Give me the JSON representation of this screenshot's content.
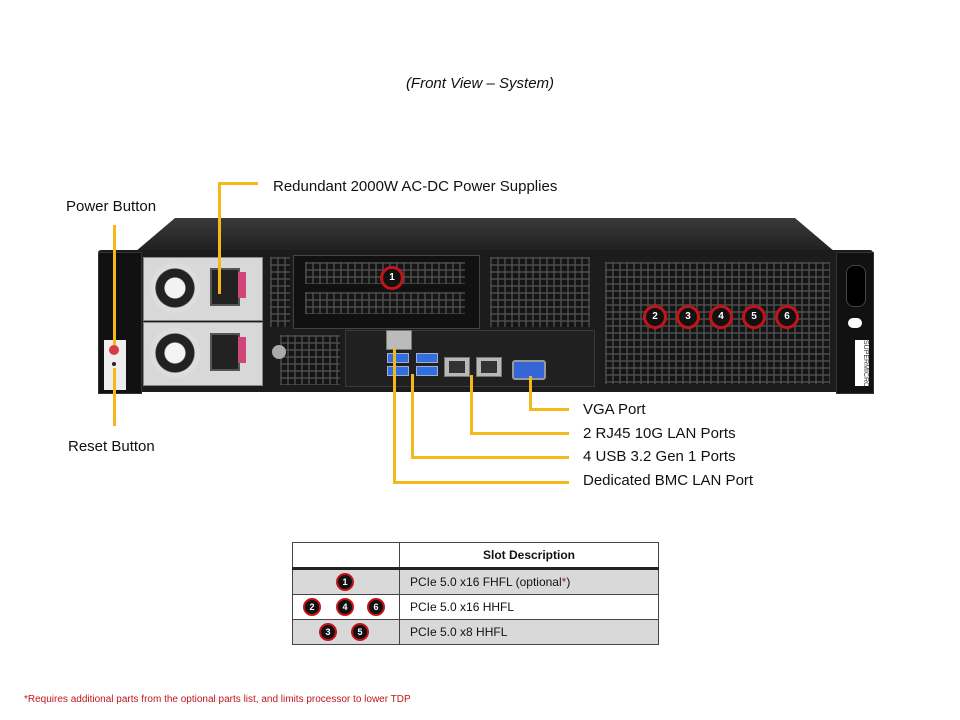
{
  "caption": "(Front View – System)",
  "callouts": {
    "power_supplies": "Redundant 2000W AC-DC Power Supplies",
    "power_button": "Power Button",
    "reset_button": "Reset Button",
    "vga_port": "VGA Port",
    "lan_ports": "2 RJ45 10G LAN Ports",
    "usb_ports": "4 USB 3.2 Gen 1 Ports",
    "bmc_port": "Dedicated BMC LAN Port"
  },
  "chassis": {
    "brand": "SUPERMICRO",
    "slot_badges": [
      "1",
      "2",
      "3",
      "4",
      "5",
      "6"
    ]
  },
  "colors": {
    "leader": "#f2b81c",
    "badge_ring": "#c4141a",
    "footnote": "#c4141a"
  },
  "slot_table": {
    "header": "Slot Description",
    "rows": [
      {
        "slots": [
          "1"
        ],
        "description": "PCIe 5.0 x16 FHFL (optional",
        "asterisk": "*",
        "suffix": ")"
      },
      {
        "slots": [
          "2",
          "4",
          "6"
        ],
        "description": "PCIe 5.0 x16 HHFL"
      },
      {
        "slots": [
          "3",
          "5"
        ],
        "description": "PCIe 5.0 x8 HHFL"
      }
    ]
  },
  "footnote": "*Requires additional parts from the optional parts list, and limits processor to lower TDP"
}
